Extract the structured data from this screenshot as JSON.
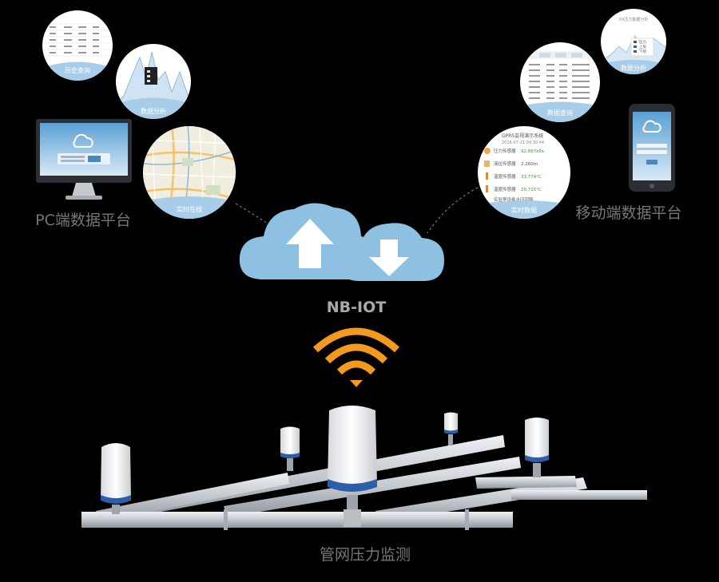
{
  "labels": {
    "pc_platform": "PC端数据平台",
    "mobile_platform": "移动端数据平台",
    "network": "NB-IOT",
    "bottom": "管网压力监测"
  },
  "bubbles": {
    "history_query": "历史查询",
    "data_analysis_pc": "数据分析",
    "realtime_online_pc": "实时在线",
    "data_query": "数据查询",
    "data_analysis_mobile": "数据分析",
    "realtime_data": "实时数据"
  },
  "mobile_panel": {
    "title": "GPRS监视演示系统",
    "datetime": "2016-07-21 09:30:44",
    "rows": [
      {
        "label": "压力传感器",
        "value": "92.887kPa"
      },
      {
        "label": "液位传感器",
        "value": "2.260m"
      },
      {
        "label": "温度传感器",
        "value": "33.774°C"
      },
      {
        "label": "温度传感器",
        "value": "29.715°C"
      }
    ],
    "footer": "实验室设备水印回路"
  },
  "chart_legend": [
    "压力",
    "上限",
    "下限"
  ],
  "chart_title": "XX压力数据分析",
  "colors": {
    "cloud": "#8ec0e2",
    "cloud_dark": "#6aa6d2",
    "wifi": "#f39a1e",
    "pipe": "#cfd3d8",
    "device_band": "#2d5fa8",
    "label": "#777777",
    "bubble_ribbon": "#a8cde8"
  }
}
